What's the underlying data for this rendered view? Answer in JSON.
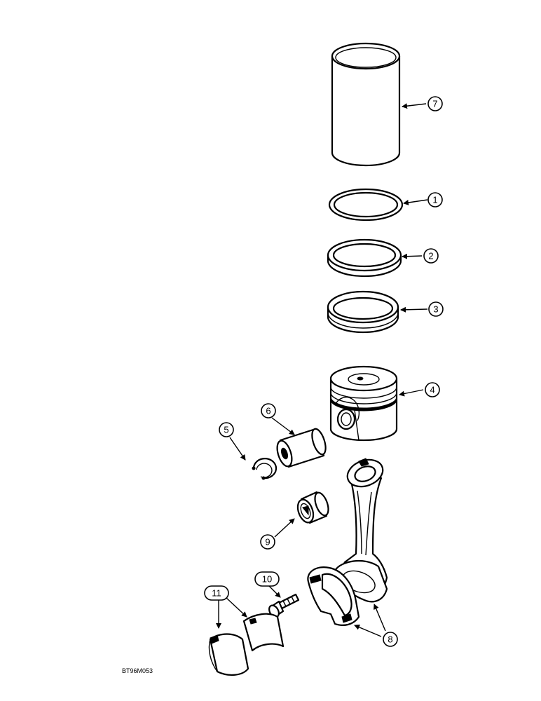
{
  "figure_id": "BT96M053",
  "callouts": {
    "c1": "1",
    "c2": "2",
    "c3": "3",
    "c4": "4",
    "c5": "5",
    "c6": "6",
    "c7": "7",
    "c8": "8",
    "c9": "9",
    "c10": "10",
    "c11": "11"
  },
  "parts": [
    {
      "number": "1",
      "icon": "piston-ring-icon"
    },
    {
      "number": "2",
      "icon": "piston-ring-icon"
    },
    {
      "number": "3",
      "icon": "oil-ring-icon"
    },
    {
      "number": "4",
      "icon": "piston-icon"
    },
    {
      "number": "5",
      "icon": "retaining-ring-icon"
    },
    {
      "number": "6",
      "icon": "piston-pin-icon"
    },
    {
      "number": "7",
      "icon": "cylinder-liner-icon"
    },
    {
      "number": "8",
      "icon": "connecting-rod-icon"
    },
    {
      "number": "9",
      "icon": "bushing-icon"
    },
    {
      "number": "10",
      "icon": "bolt-icon"
    },
    {
      "number": "11",
      "icon": "bearing-shell-icon"
    }
  ]
}
